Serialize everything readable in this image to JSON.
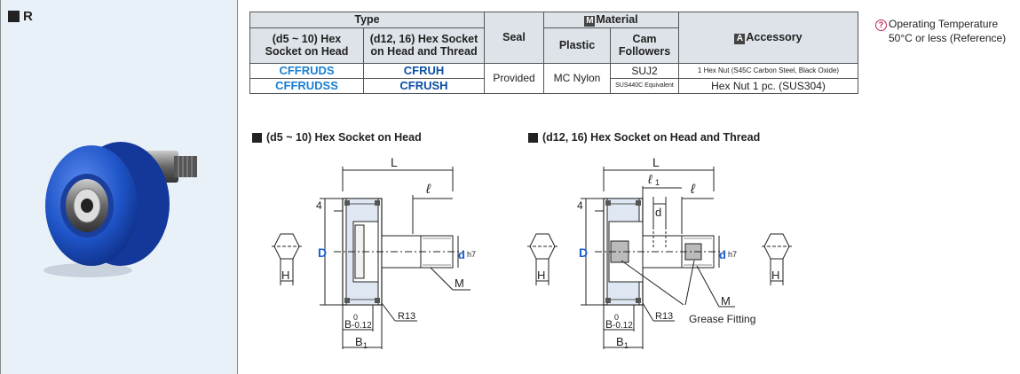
{
  "panel": {
    "title": "R"
  },
  "table": {
    "type_header": "Type",
    "col_head_socket": "(d5 ~ 10) Hex Socket on Head",
    "col_socket_thread": "(d12, 16) Hex Socket on Head and Thread",
    "seal_header": "Seal",
    "material_icon": "M",
    "material_header": "Material",
    "plastic_header": "Plastic",
    "cam_header": "Cam Followers",
    "accessory_icon": "A",
    "accessory_header": "Accessory",
    "rows": [
      {
        "code1": "CFFRUDS",
        "code2": "CFRUH",
        "seal": "Provided",
        "plastic": "MC Nylon",
        "cam": "SUJ2",
        "accessory": "1 Hex Nut (S45C Carbon Steel, Black Oxide)"
      },
      {
        "code1": "CFFRUDSS",
        "code2": "CFRUSH",
        "cam": "SUS440C Equivalent",
        "accessory": "Hex Nut 1 pc. (SUS304)"
      }
    ]
  },
  "note": {
    "line1": "Operating Temperature",
    "line2": "50°C or less (Reference)"
  },
  "diagram1": {
    "title": "(d5 ~ 10) Hex Socket on Head",
    "L": "L",
    "l": "ℓ",
    "four": "4",
    "D": "D",
    "d": "d",
    "h7": "h7",
    "H": "H",
    "M": "M",
    "B_zero": "0",
    "B": "B",
    "B_tol": "-0.12",
    "B1": "B",
    "B1_sub": "1",
    "R13": "R13"
  },
  "diagram2": {
    "title": "(d12, 16) Hex Socket on Head and Thread",
    "L": "L",
    "l1": "ℓ",
    "l1_sub": "1",
    "l": "ℓ",
    "d_small": "d",
    "four": "4",
    "D": "D",
    "d": "d",
    "h7": "h7",
    "H": "H",
    "M": "M",
    "B_zero": "0",
    "B": "B",
    "B_tol": "-0.12",
    "B1": "B",
    "B1_sub": "1",
    "R13": "R13",
    "grease": "Grease Fitting"
  },
  "colors": {
    "roller_blue": "#1f55c8",
    "code_blue": "#1a7fd0",
    "code_dark": "#0b4fa6",
    "dim_blue": "#1a5fd0"
  }
}
